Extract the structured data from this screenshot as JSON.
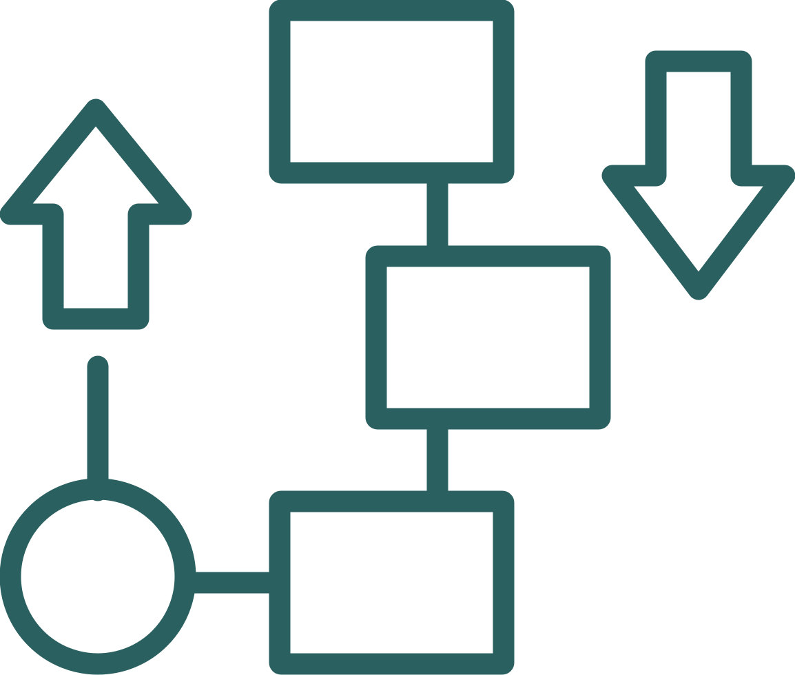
{
  "icon": {
    "name": "workflow-diagram-icon",
    "stroke_color": "#2b6060",
    "background_color": "#ffffff"
  },
  "shapes": [
    {
      "name": "top-box",
      "kind": "rectangle"
    },
    {
      "name": "middle-box",
      "kind": "rectangle"
    },
    {
      "name": "bottom-box",
      "kind": "rectangle"
    },
    {
      "name": "circle-node",
      "kind": "circle"
    },
    {
      "name": "up-arrow-icon",
      "kind": "arrow",
      "direction": "up"
    },
    {
      "name": "down-arrow-icon",
      "kind": "arrow",
      "direction": "down"
    }
  ],
  "connections": [
    {
      "name": "connector-top-to-middle",
      "from": "top-box",
      "to": "middle-box"
    },
    {
      "name": "connector-middle-to-bottom",
      "from": "middle-box",
      "to": "bottom-box"
    },
    {
      "name": "connector-circle-to-bottom",
      "from": "circle-node",
      "to": "bottom-box"
    },
    {
      "name": "circle-stem-line",
      "from": "circle-node",
      "to": "up"
    }
  ]
}
